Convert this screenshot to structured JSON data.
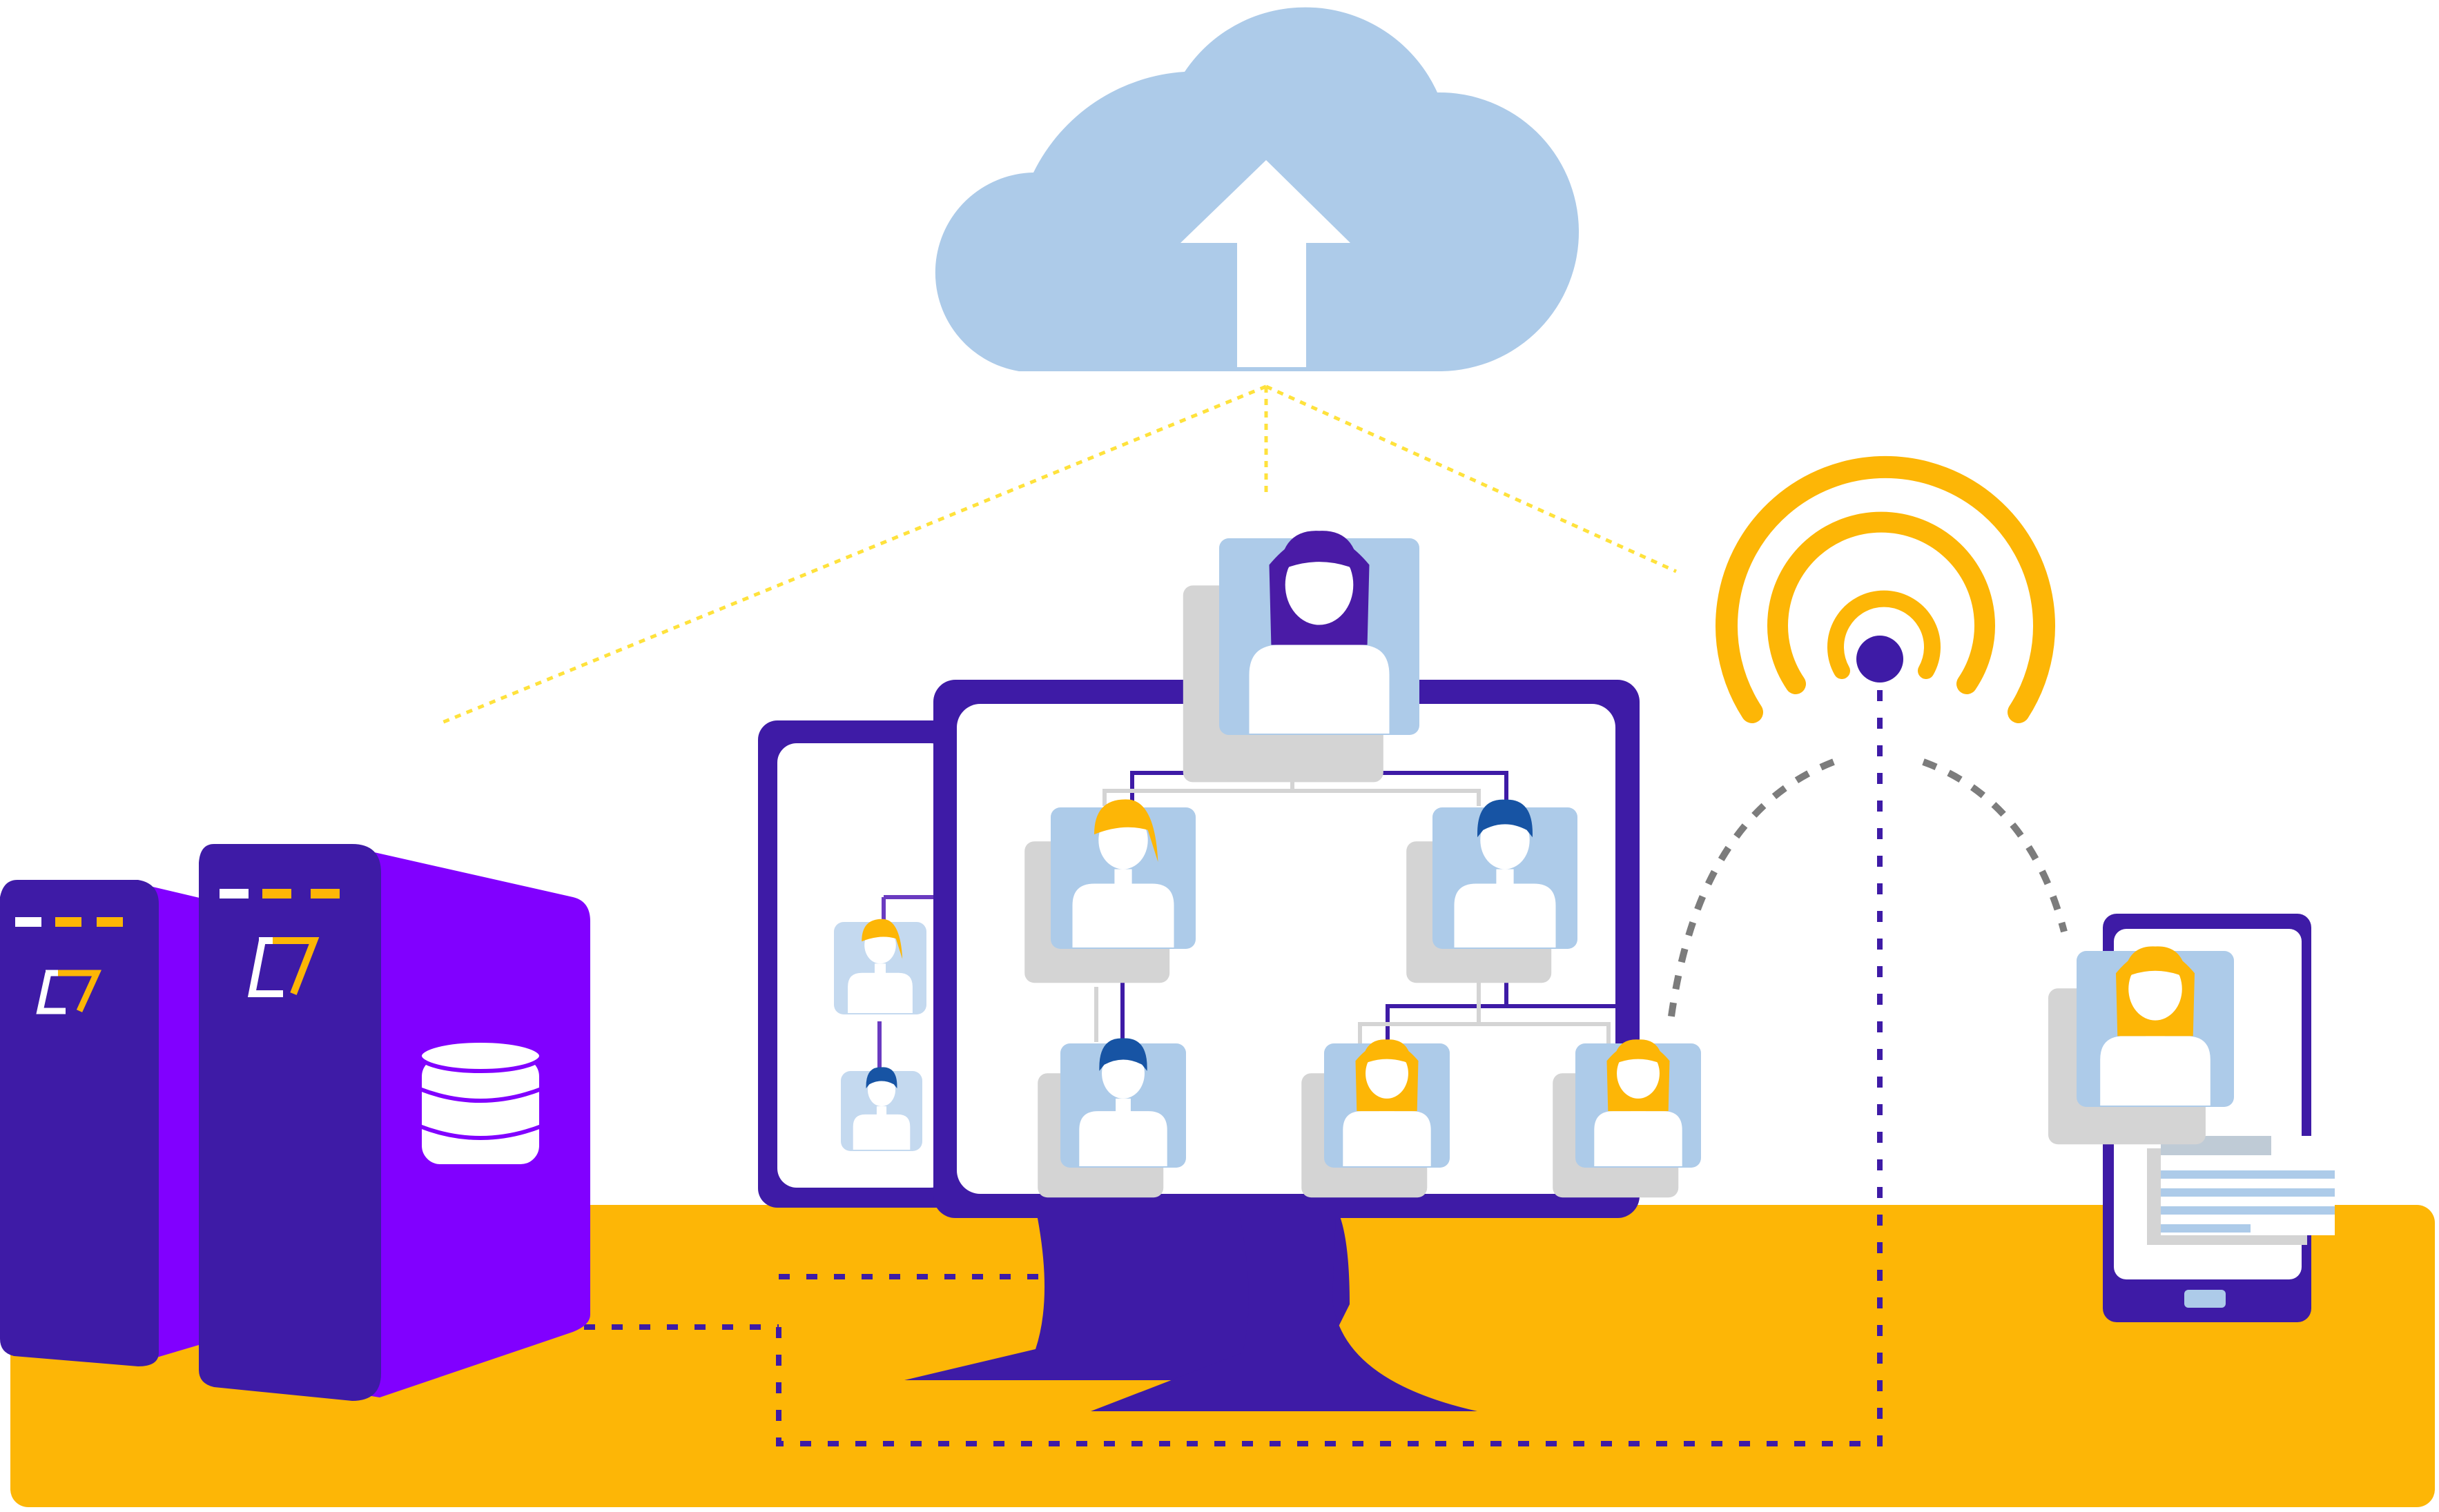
{
  "palette": {
    "floor": "#FDB606",
    "indigo": "#3E1BA6",
    "violet": "#8100FF",
    "cloud": "#ADCBE9",
    "avatar_bg": "#ADCBE9",
    "avatar_bg_light": "#C4D9EF",
    "shadow": "#D4D4D4",
    "yellow_line": "#FFE23C",
    "gray_dash": "#7C7C7C",
    "hair_purple": "#4A1BA6",
    "hair_yellow": "#FDB606",
    "hair_blue": "#1754A4"
  },
  "illustration": {
    "cloud_icon": "cloud-upload-icon",
    "signal_icon": "wifi-broadcast-icon",
    "server_icon": "database-icon",
    "server_logo": "bracket-7-logo-icon",
    "monitor_icon": "org-chart-monitor",
    "phone_icon": "smartphone-icon",
    "org_chart": {
      "root": {
        "hair": "purple",
        "style": "long"
      },
      "level2": [
        {
          "hair": "yellow",
          "style": "fringe"
        },
        {
          "hair": "blue",
          "style": "short"
        }
      ],
      "level3": [
        {
          "hair": "blue",
          "style": "short"
        },
        {
          "hair": "yellow",
          "style": "long"
        },
        {
          "hair": "yellow",
          "style": "long"
        }
      ],
      "back_panel": [
        {
          "hair": "yellow",
          "style": "fringe"
        },
        {
          "hair": "blue",
          "style": "short"
        }
      ]
    },
    "phone_avatar": {
      "hair": "yellow",
      "style": "long"
    }
  }
}
